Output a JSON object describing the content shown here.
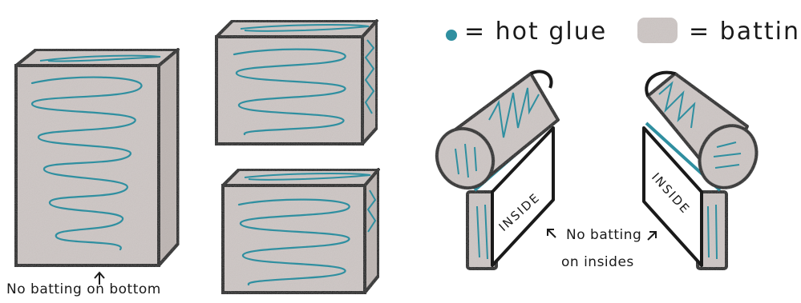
{
  "legend": {
    "glue_equals": "= hot glue",
    "batting_equals": "= batting"
  },
  "notes": {
    "bottom": "No batting on bottom",
    "insides_line1": "No batting",
    "insides_line2": "on insides"
  },
  "panel_labels": {
    "left": "INSIDE",
    "right": "INSIDE"
  },
  "colors": {
    "glue": "#2f8fa0",
    "batting": "#cdc6c4",
    "batting_dark": "#bdb5b2",
    "outline": "#1a1a1a"
  }
}
